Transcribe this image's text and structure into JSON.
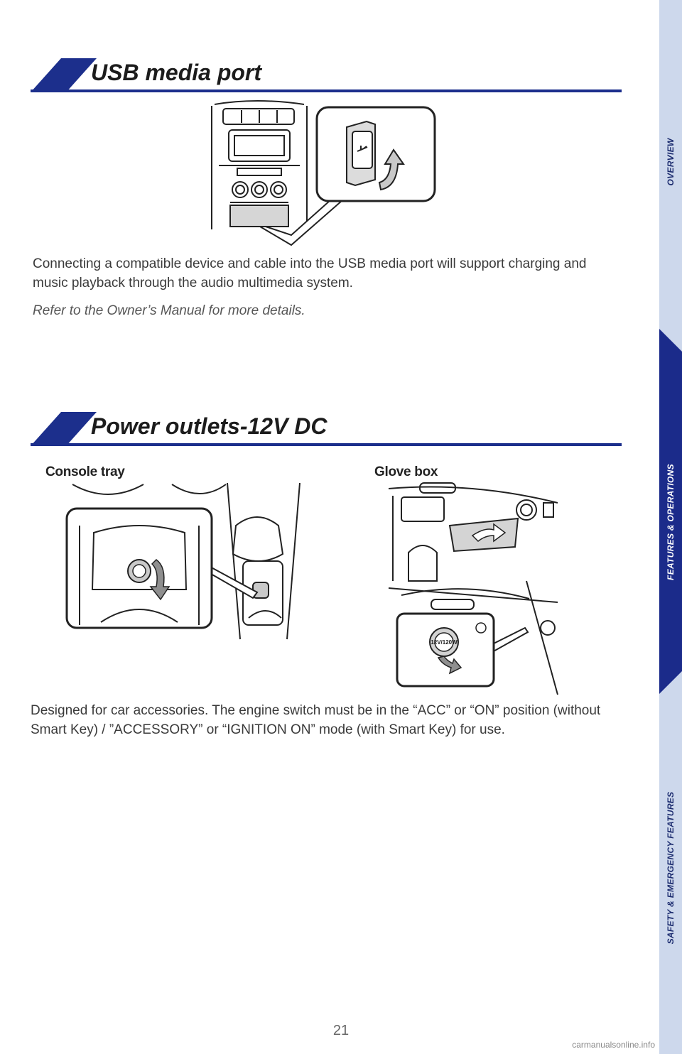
{
  "sidebar": {
    "tabs": [
      {
        "label": "OVERVIEW",
        "active": false
      },
      {
        "label": "FEATURES & OPERATIONS",
        "active": true
      },
      {
        "label": "SAFETY & EMERGENCY FEATURES",
        "active": false
      }
    ],
    "color_light": "#cdd8ec",
    "color_dark": "#1b2b8a"
  },
  "usb": {
    "title": "USB media port",
    "description": "Connecting a compatible device and cable into the USB media port will support charging and music playback through the audio multimedia system.",
    "note": "Refer to the Owner’s Manual for more details."
  },
  "power": {
    "title": "Power outlets-12V DC",
    "console_caption": "Console tray",
    "glove_caption": "Glove box",
    "outlet_label": "12V/120W",
    "description": "Designed for car accessories. The engine switch must be in the “ACC” or “ON” position (without Smart Key) / ”ACCESSORY” or “IGNITION ON” mode (with Smart Key) for use."
  },
  "page_number": "21",
  "watermark": "carmanualsonline.info",
  "colors": {
    "accent": "#1c2f8c",
    "header_line": "#1c2f8c"
  }
}
